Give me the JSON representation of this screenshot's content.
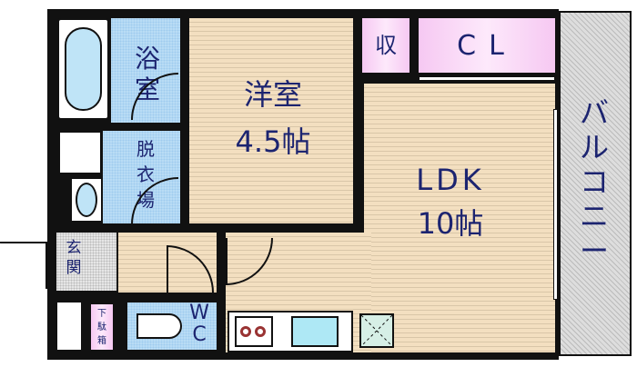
{
  "rooms": {
    "bath": "浴室",
    "dressing": [
      "脱",
      "衣",
      "場"
    ],
    "western_room": {
      "name": "洋室",
      "size": "4.5帖"
    },
    "storage": "収",
    "closet": "CL",
    "ldk": {
      "name": "LDK",
      "size": "10帖"
    },
    "balcony": [
      "バ",
      "ル",
      "コ",
      "ニ",
      "ー"
    ],
    "entrance": [
      "玄",
      "関"
    ],
    "shoe_box": [
      "下",
      "駄",
      "箱"
    ],
    "toilet": [
      "W",
      "C"
    ]
  },
  "colors": {
    "text": "#1c2470",
    "wood": "#f3dfc0",
    "water": "#b9dcf5",
    "closet": "#f6c8f2",
    "balcony": "#dddddd"
  }
}
